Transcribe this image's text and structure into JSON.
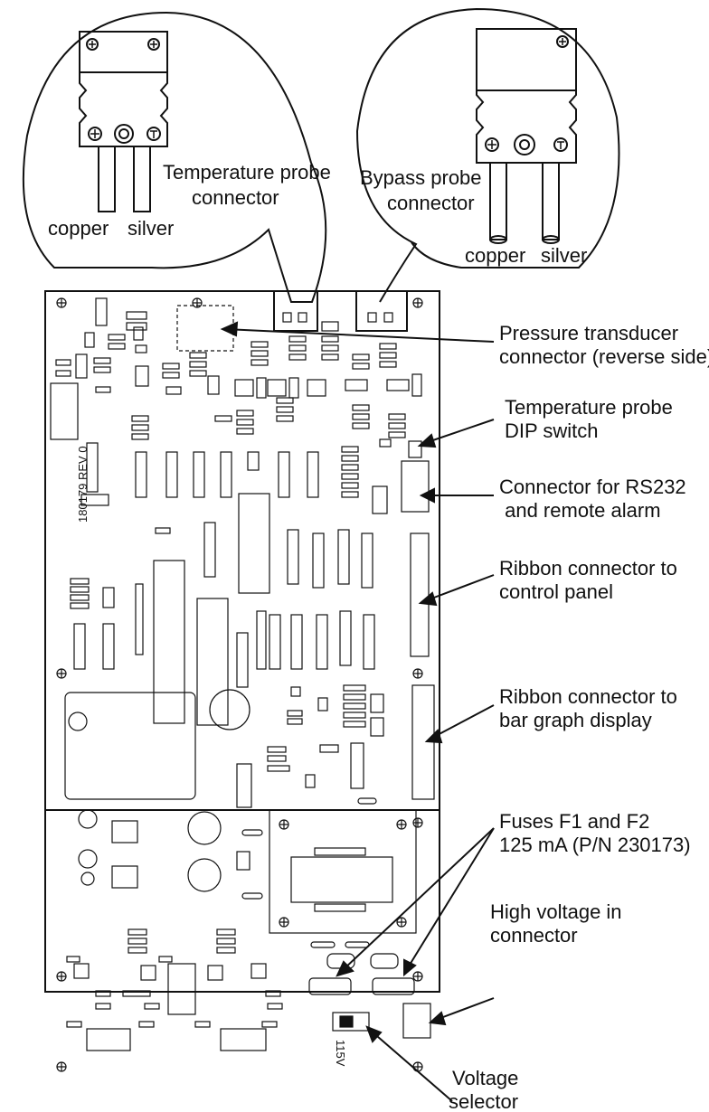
{
  "callouts": {
    "temperature_probe": {
      "title_line1": "Temperature probe",
      "title_line2": "connector",
      "wire_left": "copper",
      "wire_right": "silver"
    },
    "bypass_probe": {
      "title_line1": "Bypass probe",
      "title_line2": "connector",
      "wire_left": "copper",
      "wire_right": "silver"
    }
  },
  "labels": [
    {
      "line1": "Pressure transducer",
      "line2": "connector (reverse side)"
    },
    {
      "line1": "Temperature probe",
      "line2": "DIP switch"
    },
    {
      "line1": "Connector for RS232",
      "line2": " and remote alarm"
    },
    {
      "line1": "Ribbon connector to",
      "line2": "control panel"
    },
    {
      "line1": "Ribbon connector to",
      "line2": "bar graph display"
    },
    {
      "line1": "Fuses F1 and F2",
      "line2": "125 mA (P/N 230173)"
    },
    {
      "line1": "High voltage in",
      "line2": "connector"
    }
  ],
  "voltage_selector": {
    "line1": "Voltage",
    "line2": "selector"
  },
  "board_marks": {
    "part_number": "180179 REV 0",
    "voltage_setting": "115V"
  }
}
